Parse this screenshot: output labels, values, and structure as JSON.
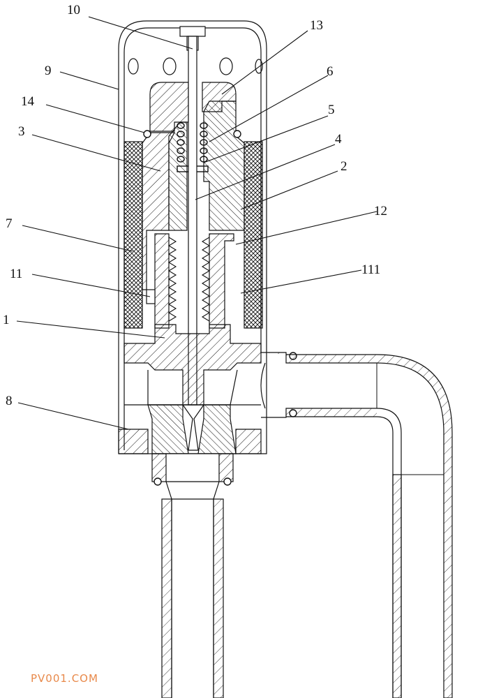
{
  "figure": {
    "part_labels": [
      "10",
      "13",
      "9",
      "6",
      "14",
      "5",
      "3",
      "4",
      "2",
      "7",
      "12",
      "11",
      "111",
      "1",
      "8"
    ]
  },
  "watermark": {
    "text": "PV001.COM"
  },
  "colors": {
    "line": "#111111",
    "watermark": "#e8894a"
  }
}
